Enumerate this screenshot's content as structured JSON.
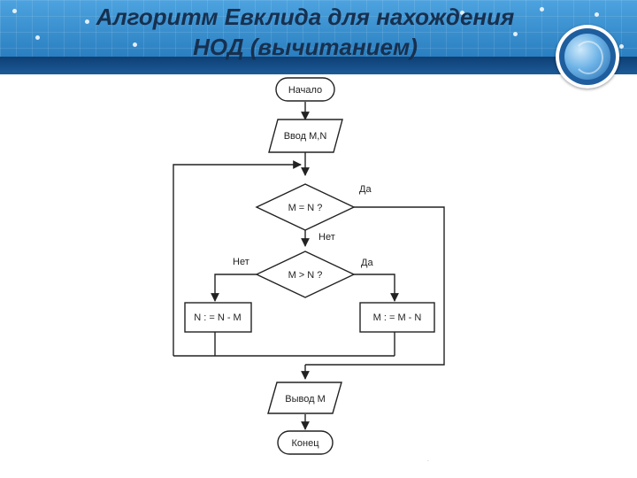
{
  "slide": {
    "title_line1": "Алгоритм Евклида для нахождения",
    "title_line2": "НОД (вычитанием)",
    "footer_mark": "."
  },
  "flowchart": {
    "start": "Начало",
    "input": "Ввод M,N",
    "check_equal": "M = N ?",
    "check_equal_yes": "Да",
    "check_equal_no": "Нет",
    "check_greater": "M > N ?",
    "check_greater_yes": "Да",
    "check_greater_no": "Нет",
    "assign_n": "N : = N - M",
    "assign_m": "M : = M - N",
    "output": "Вывод М",
    "end": "Конец"
  },
  "colors": {
    "header": "#2a7fc0",
    "header_stripe": "#0e3f74",
    "title_text": "#17304f"
  }
}
